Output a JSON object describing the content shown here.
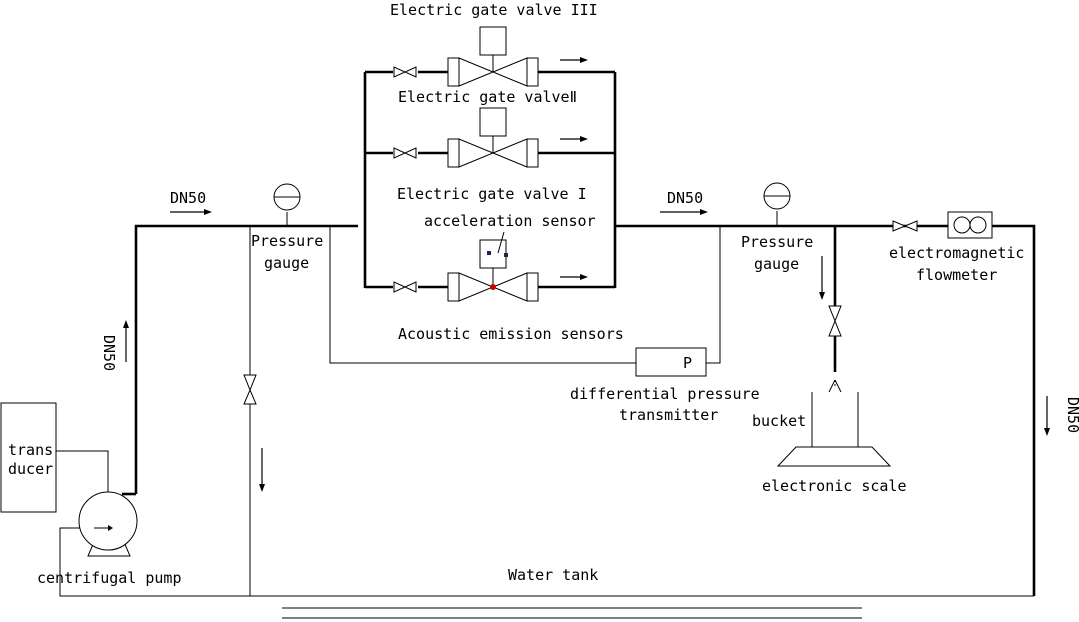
{
  "labels": {
    "valve3": "Electric gate valve III",
    "valve2": "Electric gate valveⅡ",
    "valve1": "Electric gate valve I",
    "accel": "acceleration sensor",
    "acoustic": "Acoustic emission sensors",
    "dn50_top_left": "DN50",
    "dn50_top_mid": "DN50",
    "dn50_left_vertical": "DN50",
    "dn50_right_vertical": "DN50",
    "pg_left_line1": "Pressure",
    "pg_left_line2": "gauge",
    "pg_right_line1": "Pressure",
    "pg_right_line2": "gauge",
    "flowmeter_line1": "electromagnetic",
    "flowmeter_line2": "flowmeter",
    "dp_line1": "differential pressure",
    "dp_line2": "transmitter",
    "dp_symbol": "P",
    "bucket": "bucket",
    "scale": "electronic scale",
    "transducer_line1": "trans",
    "transducer_line2": "ducer",
    "pump": "centrifugal pump",
    "tank": "Water tank"
  }
}
